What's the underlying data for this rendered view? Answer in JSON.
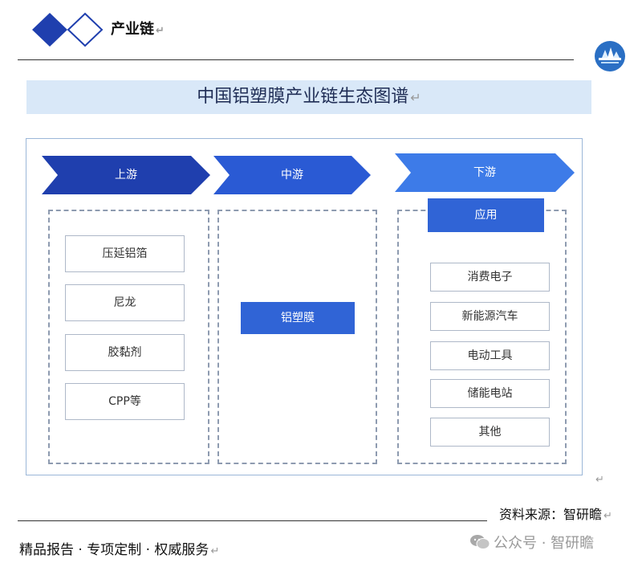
{
  "header": {
    "title": "产业链"
  },
  "banner": {
    "title": "中国铝塑膜产业链生态图谱"
  },
  "diagram": {
    "stages": [
      {
        "label": "上游"
      },
      {
        "label": "中游"
      },
      {
        "label": "下游"
      }
    ],
    "upstream_items": [
      "压延铝箔",
      "尼龙",
      "胶黏剂",
      "CPP等"
    ],
    "midstream_item": "铝塑膜",
    "downstream_header": "应用",
    "downstream_items": [
      "消费电子",
      "新能源汽车",
      "电动工具",
      "储能电站",
      "其他"
    ]
  },
  "footer": {
    "source": "资料来源：智研瞻",
    "tagline": "精品报告 · 专项定制 · 权威服务",
    "watermark": "公众号 · 智研瞻"
  },
  "colors": {
    "chevron_dark": "#1f3fae",
    "chevron_mid": "#2a5ad4",
    "chevron_light": "#3d7be8",
    "box_blue": "#3064d6",
    "banner_bg": "#d9e8f8"
  }
}
